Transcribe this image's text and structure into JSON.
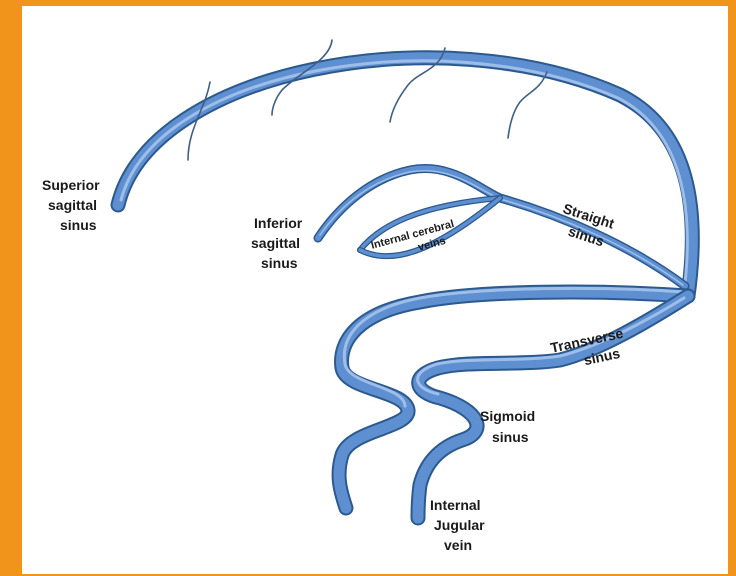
{
  "colors": {
    "border": "#f0941c",
    "background": "#ffffff",
    "vessel": "#5e8fd0",
    "vessel_outline": "#2c5a8f",
    "vessel_highlight": "#a9c7ef",
    "label": "#1a1a1a"
  },
  "labels": {
    "superior_sagittal_sinus": [
      "Superior",
      "sagittal",
      "sinus"
    ],
    "inferior_sagittal_sinus": [
      "Inferior",
      "sagittal",
      "sinus"
    ],
    "internal_cerebral_veins": [
      "Internal cerebral",
      "veins"
    ],
    "straight_sinus": [
      "Straight",
      "sinus"
    ],
    "transverse_sinus": [
      "Transverse",
      "sinus"
    ],
    "sigmoid_sinus": [
      "Sigmoid",
      "sinus"
    ],
    "internal_jugular_vein": [
      "Internal",
      "Jugular",
      "vein"
    ]
  }
}
